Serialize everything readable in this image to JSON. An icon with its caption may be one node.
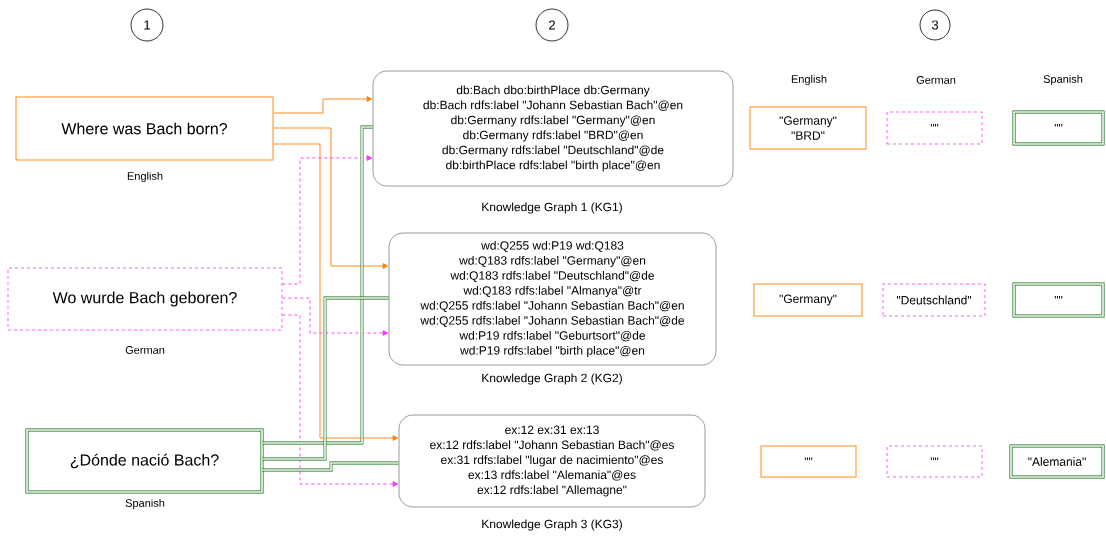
{
  "diagram": {
    "nodes": [
      {
        "text": [
          "1"
        ]
      },
      {
        "text": [
          "2"
        ]
      },
      {
        "text": [
          "3"
        ]
      },
      {
        "text": [
          "Where was Bach born?"
        ],
        "beside": [
          "English"
        ]
      },
      {
        "text": [
          "Wo wurde Bach geboren?"
        ],
        "beside": [
          "German"
        ]
      },
      {
        "text": [
          "¿Dónde nació Bach?"
        ],
        "beside": [
          "Spanish"
        ]
      },
      {
        "text": [
          "db:Bach dbo:birthPlace db:Germany",
          "db:Bach rdfs:label \"Johann Sebastian Bach\"@en",
          "db:Germany rdfs:label \"Germany\"@en",
          "db:Germany rdfs:label \"BRD\"@en",
          "db:Germany rdfs:label \"Deutschland\"@de",
          "db:birthPlace rdfs:label \"birth place\"@en"
        ],
        "beside": [
          "Knowledge Graph 1 (KG1)"
        ]
      },
      {
        "text": [
          "wd:Q255 wd:P19 wd:Q183",
          "wd:Q183 rdfs:label \"Germany\"@en",
          "wd:Q183 rdfs:label \"Deutschland\"@de",
          "wd:Q183 rdfs:label \"Almanya\"@tr",
          "wd:Q255 rdfs:label \"Johann Sebastian Bach\"@en",
          "wd:Q255 rdfs:label \"Johann Sebastian Bach\"@de",
          "wd:P19 rdfs:label \"Geburtsort\"@de",
          "wd:P19 rdfs:label \"birth place\"@en"
        ],
        "beside": [
          "Knowledge Graph 2 (KG2)"
        ]
      },
      {
        "text": [
          "ex:12 ex:31 ex:13",
          "ex:12 rdfs:label \"Johann Sebastian Bach\"@es",
          "ex:31 rdfs:label \"lugar de nacimiento\"@es",
          "ex:13 rdfs:label \"Alemania\"@es",
          "ex:12 rdfs:label \"Allemagne\""
        ],
        "beside": [
          "Knowledge Graph 3 (KG3)"
        ]
      },
      {
        "text": [
          "\"Germany\"",
          "\"BRD\""
        ]
      },
      {
        "text": [
          "\"\""
        ]
      },
      {
        "text": [
          "\"\""
        ]
      },
      {
        "text": [
          "\"Germany\""
        ]
      },
      {
        "text": [
          "\"Deutschland\""
        ]
      },
      {
        "text": [
          "\"\""
        ]
      },
      {
        "text": [
          "\"\""
        ]
      },
      {
        "text": [
          "\"\""
        ]
      },
      {
        "text": [
          "\"Alemania\""
        ]
      }
    ],
    "edges": [
      {
        "from": 3,
        "to": 6,
        "arrow": "to",
        "color": "#ff8000"
      },
      {
        "from": 3,
        "to": 7,
        "arrow": "to",
        "color": "#ff8000"
      },
      {
        "from": 3,
        "to": 8,
        "arrow": "to",
        "color": "#ff8000"
      },
      {
        "from": 4,
        "to": 6,
        "arrow": "to",
        "style": "dashed",
        "color": "#ff33ff"
      },
      {
        "from": 4,
        "to": 7,
        "arrow": "to",
        "style": "dashed",
        "color": "#ff33ff"
      },
      {
        "from": 4,
        "to": 8,
        "arrow": "to",
        "style": "dashed",
        "color": "#ff33ff"
      },
      {
        "from": 5,
        "to": 6,
        "arrow": "none",
        "style": "thick",
        "color": "#006600"
      },
      {
        "from": 5,
        "to": 7,
        "arrow": "none",
        "style": "thick",
        "color": "#006600"
      },
      {
        "from": 5,
        "to": 8,
        "arrow": "none",
        "style": "thick",
        "color": "#006600"
      }
    ],
    "labels": [
      "English",
      "German",
      "Spanish"
    ]
  }
}
